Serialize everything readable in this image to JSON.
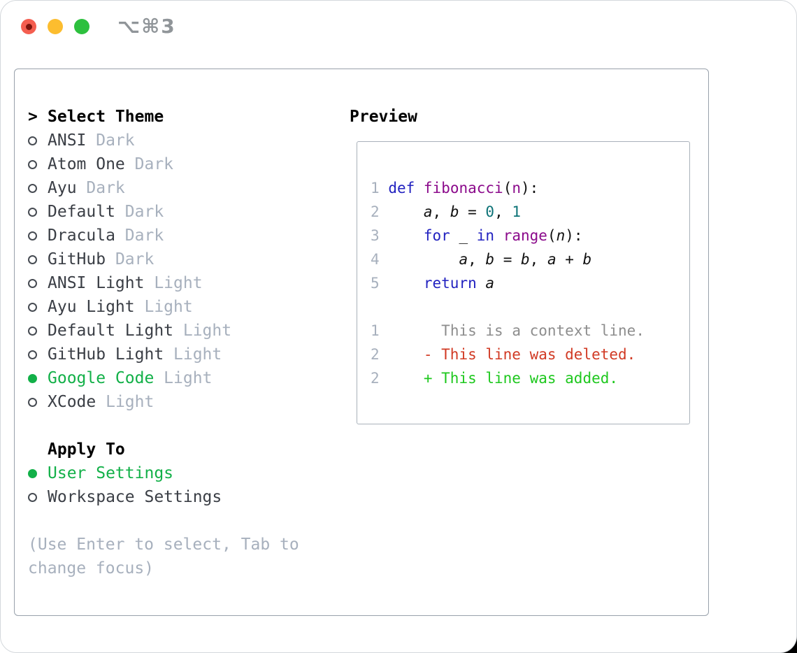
{
  "window": {
    "title": "⌥⌘3"
  },
  "colors": {
    "accent_green": "#12b048",
    "added_green": "#1ec81e",
    "deleted_red": "#d13a24",
    "keyword_blue": "#2222c0",
    "function_purple": "#8b0a8b",
    "number_teal": "#0d7377",
    "muted_gray": "#a7b0bd",
    "context_gray": "#8d8d8d",
    "text_dark": "#3a3e45",
    "traffic_red": "#f45e50",
    "traffic_yellow": "#fcbd2f",
    "traffic_green": "#2dc03e"
  },
  "theme_selector": {
    "header_prefix": ">",
    "header_label": "Select Theme",
    "items": [
      {
        "id": "ansi-dark",
        "name": "ANSI",
        "variant": "Dark",
        "selected": false
      },
      {
        "id": "atom-one-dark",
        "name": "Atom One",
        "variant": "Dark",
        "selected": false
      },
      {
        "id": "ayu-dark",
        "name": "Ayu",
        "variant": "Dark",
        "selected": false
      },
      {
        "id": "default-dark",
        "name": "Default",
        "variant": "Dark",
        "selected": false
      },
      {
        "id": "dracula-dark",
        "name": "Dracula",
        "variant": "Dark",
        "selected": false
      },
      {
        "id": "github-dark",
        "name": "GitHub",
        "variant": "Dark",
        "selected": false
      },
      {
        "id": "ansi-light",
        "name": "ANSI Light",
        "variant": "Light",
        "selected": false
      },
      {
        "id": "ayu-light",
        "name": "Ayu Light",
        "variant": "Light",
        "selected": false
      },
      {
        "id": "default-light",
        "name": "Default Light",
        "variant": "Light",
        "selected": false
      },
      {
        "id": "github-light",
        "name": "GitHub Light",
        "variant": "Light",
        "selected": false
      },
      {
        "id": "google-code",
        "name": "Google Code",
        "variant": "Light",
        "selected": true
      },
      {
        "id": "xcode",
        "name": "XCode",
        "variant": "Light",
        "selected": false
      }
    ],
    "apply_to_header": "Apply To",
    "apply_options": [
      {
        "id": "user-settings",
        "label": "User Settings",
        "selected": true
      },
      {
        "id": "workspace-settings",
        "label": "Workspace Settings",
        "selected": false
      }
    ],
    "help_text": "(Use Enter to select, Tab to change focus)"
  },
  "preview": {
    "header": "Preview",
    "lines": [
      {
        "kind": "code-line",
        "tokens": [
          {
            "text": "1",
            "style": "lnum"
          },
          {
            "text": " ",
            "style": "plain"
          },
          {
            "text": "def",
            "style": "kw"
          },
          {
            "text": " ",
            "style": "plain"
          },
          {
            "text": "fibonacci",
            "style": "fn"
          },
          {
            "text": "(",
            "style": "plain"
          },
          {
            "text": "n",
            "style": "param"
          },
          {
            "text": "):",
            "style": "plain"
          }
        ]
      },
      {
        "kind": "code-line",
        "tokens": [
          {
            "text": "2",
            "style": "lnum"
          },
          {
            "text": "     ",
            "style": "plain"
          },
          {
            "text": "a",
            "style": "var"
          },
          {
            "text": ", ",
            "style": "plain"
          },
          {
            "text": "b",
            "style": "var"
          },
          {
            "text": " = ",
            "style": "plain"
          },
          {
            "text": "0",
            "style": "num"
          },
          {
            "text": ", ",
            "style": "plain"
          },
          {
            "text": "1",
            "style": "num"
          }
        ]
      },
      {
        "kind": "code-line",
        "tokens": [
          {
            "text": "3",
            "style": "lnum"
          },
          {
            "text": "     ",
            "style": "plain"
          },
          {
            "text": "for",
            "style": "kw"
          },
          {
            "text": " ",
            "style": "plain"
          },
          {
            "text": "_",
            "style": "var"
          },
          {
            "text": " ",
            "style": "plain"
          },
          {
            "text": "in",
            "style": "kw"
          },
          {
            "text": " ",
            "style": "plain"
          },
          {
            "text": "range",
            "style": "fn"
          },
          {
            "text": "(",
            "style": "plain"
          },
          {
            "text": "n",
            "style": "var"
          },
          {
            "text": "):",
            "style": "plain"
          }
        ]
      },
      {
        "kind": "code-line",
        "tokens": [
          {
            "text": "4",
            "style": "lnum"
          },
          {
            "text": "         ",
            "style": "plain"
          },
          {
            "text": "a",
            "style": "var"
          },
          {
            "text": ", ",
            "style": "plain"
          },
          {
            "text": "b",
            "style": "var"
          },
          {
            "text": " = ",
            "style": "plain"
          },
          {
            "text": "b",
            "style": "var"
          },
          {
            "text": ", ",
            "style": "plain"
          },
          {
            "text": "a",
            "style": "var"
          },
          {
            "text": " + ",
            "style": "plain"
          },
          {
            "text": "b",
            "style": "var"
          }
        ]
      },
      {
        "kind": "code-line",
        "tokens": [
          {
            "text": "5",
            "style": "lnum"
          },
          {
            "text": "     ",
            "style": "plain"
          },
          {
            "text": "return",
            "style": "kw"
          },
          {
            "text": " ",
            "style": "plain"
          },
          {
            "text": "a",
            "style": "var"
          }
        ]
      },
      {
        "kind": "blank-line",
        "tokens": []
      },
      {
        "kind": "diff-context-line",
        "tokens": [
          {
            "text": "1",
            "style": "lnum"
          },
          {
            "text": "       ",
            "style": "plain"
          },
          {
            "text": "This is a context line.",
            "style": "ctx"
          }
        ]
      },
      {
        "kind": "diff-deleted-line",
        "tokens": [
          {
            "text": "2",
            "style": "lnum"
          },
          {
            "text": "     ",
            "style": "plain"
          },
          {
            "text": "- This line was deleted.",
            "style": "del"
          }
        ]
      },
      {
        "kind": "diff-added-line",
        "tokens": [
          {
            "text": "2",
            "style": "lnum"
          },
          {
            "text": "     ",
            "style": "plain"
          },
          {
            "text": "+ This line was added.",
            "style": "add"
          }
        ]
      }
    ]
  }
}
